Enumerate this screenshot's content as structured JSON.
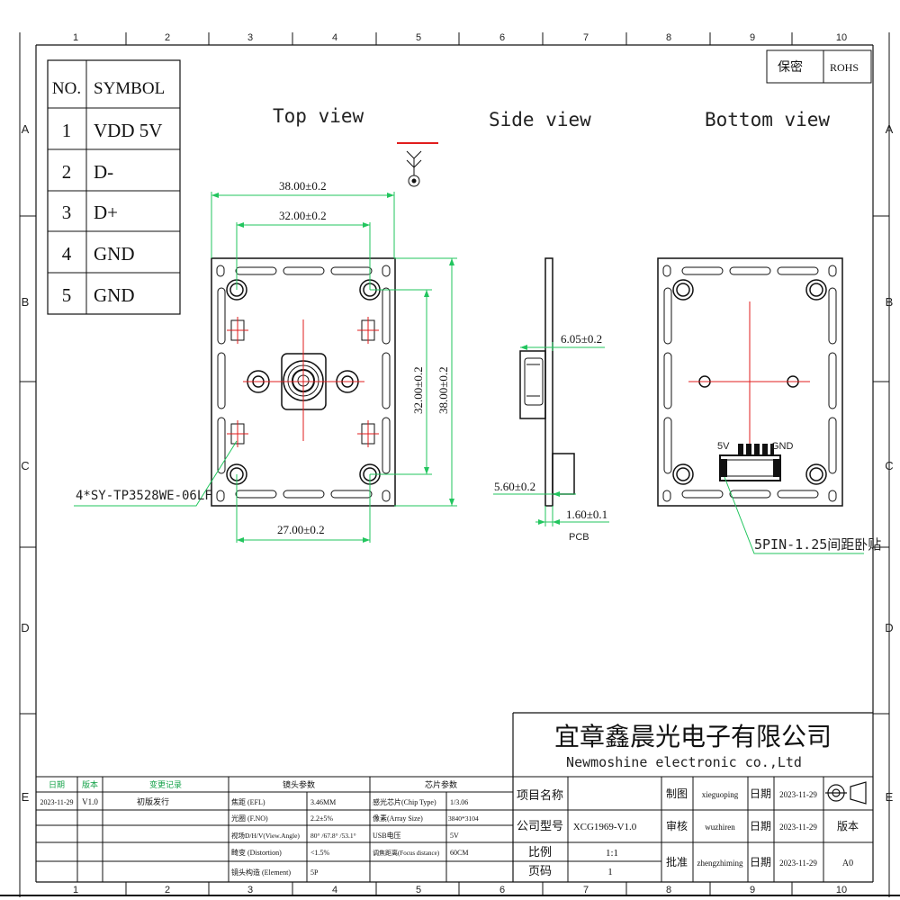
{
  "frame": {
    "col_labels": [
      "1",
      "2",
      "3",
      "4",
      "5",
      "6",
      "7",
      "8",
      "9",
      "10"
    ],
    "row_labels": [
      "A",
      "B",
      "C",
      "D",
      "E"
    ]
  },
  "compliance": {
    "secret": "保密",
    "rohs": "ROHS"
  },
  "symbol_table": {
    "header_no": "NO.",
    "header_symbol": "SYMBOL",
    "rows": [
      {
        "no": "1",
        "symbol": "VDD 5V"
      },
      {
        "no": "2",
        "symbol": "D-"
      },
      {
        "no": "3",
        "symbol": "D+"
      },
      {
        "no": "4",
        "symbol": "GND"
      },
      {
        "no": "5",
        "symbol": "GND"
      }
    ]
  },
  "views": {
    "top": "Top view",
    "side": "Side view",
    "bottom": "Bottom view"
  },
  "dimensions": {
    "top_width_outer": "38.00±0.2",
    "top_width_inner": "32.00±0.2",
    "top_height_inner": "32.00±0.2",
    "top_height_outer": "38.00±0.2",
    "top_bottom_span": "27.00±0.2",
    "side_lens_height": "6.05±0.2",
    "side_connector_height": "5.60±0.2",
    "pcb_thickness": "1.60±0.1",
    "pcb_label": "PCB"
  },
  "callouts": {
    "led": "4*SY-TP3528WE-06LF",
    "connector": "5PIN-1.25间距卧贴",
    "pin_5v": "5V",
    "pin_gnd": "GND"
  },
  "company": {
    "name_cn": "宜章鑫晨光电子有限公司",
    "name_en": "Newmoshine electronic co.,Ltd"
  },
  "title_block": {
    "project_name_label": "项目名称",
    "model_label": "公司型号",
    "model_value": "XCG1969-V1.0",
    "scale_label": "比例",
    "scale_value": "1:1",
    "page_label": "页码",
    "page_value": "1",
    "draw_label": "制图",
    "draw_value": "xieguoping",
    "review_label": "审核",
    "review_value": "wuzhiren",
    "approve_label": "批准",
    "approve_value": "zhengzhiming",
    "date_label": "日期",
    "date_1": "2023-11-29",
    "date_2": "2023-11-29",
    "date_3": "2023-11-29",
    "version_label": "版本",
    "version_value": "A0"
  },
  "revision": {
    "headers": [
      "日期",
      "版本",
      "变更记录"
    ],
    "row": [
      "2023-11-29",
      "V1.0",
      "初版发行"
    ]
  },
  "lens_params": {
    "title": "镜头参数",
    "rows": [
      [
        "焦距 (EFL)",
        "3.46MM"
      ],
      [
        "光圈 (F.NO)",
        "2.2±5%"
      ],
      [
        "视场D/H/V(View.Angle)",
        "80° /67.8° /53.1°"
      ],
      [
        "畸变 (Distortion)",
        "<1.5%"
      ],
      [
        "镜头构造 (Element)",
        "5P"
      ]
    ]
  },
  "chip_params": {
    "title": "芯片参数",
    "rows": [
      [
        "感光芯片(Chip Type)",
        "1/3.06"
      ],
      [
        "像素(Array Size)",
        "3840*3104"
      ],
      [
        "USB电压",
        "5V"
      ],
      [
        "调焦距离(Focus distance)",
        "60CM"
      ]
    ]
  }
}
